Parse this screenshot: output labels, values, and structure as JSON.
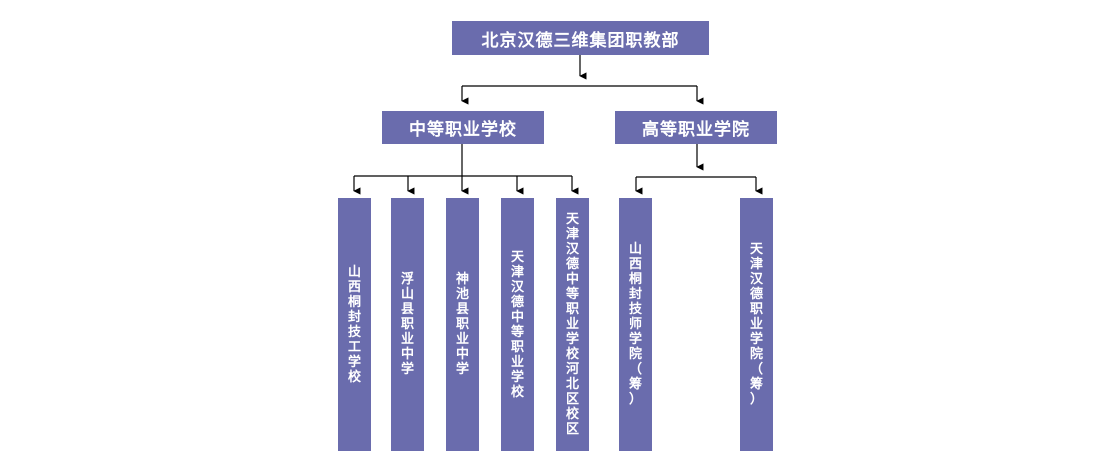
{
  "org_chart": {
    "root": {
      "label": "北京汉德三维集团职教部"
    },
    "level1": [
      {
        "label": "中等职业学校"
      },
      {
        "label": "高等职业学院"
      }
    ],
    "secondary_schools": [
      {
        "label": "山西桐封技工学校"
      },
      {
        "label": "浮山县职业中学"
      },
      {
        "label": "神池县职业中学"
      },
      {
        "label": "天津汉德中等职业学校"
      },
      {
        "label": "天津汉德中等职业学校河北区校区"
      }
    ],
    "higher_colleges": [
      {
        "label": "山西桐封技师学院（筹）"
      },
      {
        "label": "天津汉德职业学院（筹）"
      }
    ]
  },
  "colors": {
    "box_fill": "#6a6cad",
    "box_text": "#ffffff",
    "connector": "#000000"
  }
}
